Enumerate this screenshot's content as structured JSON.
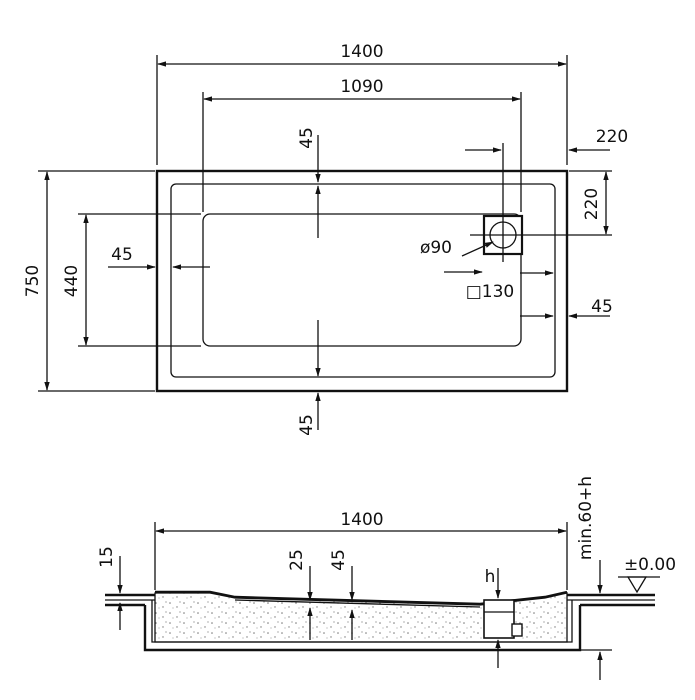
{
  "plan": {
    "overall_length": "1400",
    "inner_length": "1090",
    "border_top": "45",
    "border_bottom": "45",
    "border_left": "45",
    "border_right": "45",
    "overall_width": "750",
    "inner_width": "440",
    "drain_offset_x": "220",
    "drain_offset_y": "220",
    "drain_diameter": "ø90",
    "drain_square": "□130"
  },
  "section": {
    "overall_length": "1400",
    "rim_height": "15",
    "depth_center": "25",
    "depth_edge": "45",
    "drain_height_label": "h",
    "min_height": "min.60+h",
    "floor_level": "±0.00"
  },
  "colors": {
    "ink": "#111111",
    "background": "#ffffff",
    "fill_dots": "#777777"
  }
}
